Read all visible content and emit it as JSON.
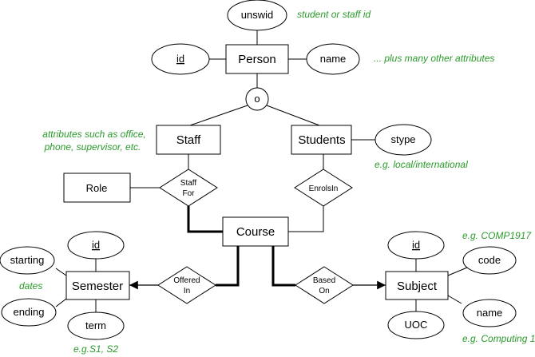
{
  "entities": {
    "person": "Person",
    "staff": "Staff",
    "students": "Students",
    "role": "Role",
    "course": "Course",
    "semester": "Semester",
    "subject": "Subject"
  },
  "attributes": {
    "unswid": "unswid",
    "person_id": "id",
    "person_name": "name",
    "stype": "stype",
    "semester_id": "id",
    "starting": "starting",
    "ending": "ending",
    "term": "term",
    "subject_id": "id",
    "code": "code",
    "subject_name": "name",
    "uoc": "UOC"
  },
  "relationships": {
    "staff_for": [
      "Staff",
      "For"
    ],
    "enrols_in": "EnrolsIn",
    "offered_in": [
      "Offered",
      "In"
    ],
    "based_on": [
      "Based",
      "On"
    ]
  },
  "specialization": "o",
  "notes": {
    "unswid": "student or staff id",
    "person_attrs": "... plus many other attributes",
    "staff_attrs": [
      "attributes such as office,",
      "phone, supervisor, etc."
    ],
    "stype": "e.g. local/international",
    "dates": "dates",
    "term": "e.g.S1, S2",
    "code": "e.g. COMP1917",
    "name": "e.g. Computing 1"
  },
  "colors": {
    "note": "#2a9a2a",
    "line": "#000000"
  }
}
